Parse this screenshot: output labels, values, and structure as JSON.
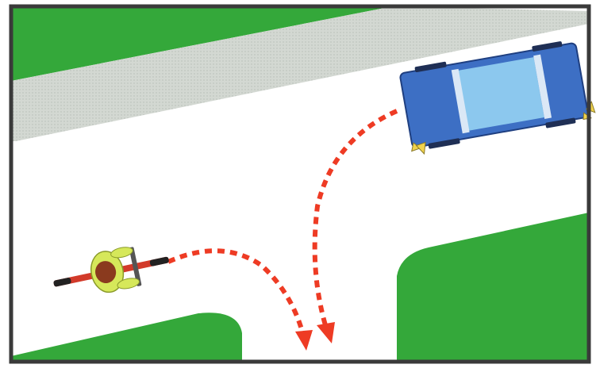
{
  "colors": {
    "grass": "#34a83a",
    "road": "#ffffff",
    "sidewalk": "#cfd4cf",
    "frame": "#3a3a3a",
    "path": "#ee3b24",
    "car_body": "#3d6fc4",
    "car_glass": "#8cc8ee",
    "cyclist_shirt": "#d6e85a",
    "cyclist_head": "#8a3a1e",
    "bicycle": "#d23a2a"
  },
  "objects": {
    "car": {
      "kind": "car",
      "icon": "blue-car-icon",
      "heading": "left"
    },
    "cyclist": {
      "kind": "cyclist",
      "icon": "cyclist-icon",
      "heading": "right"
    }
  },
  "paths": [
    {
      "from": "cyclist",
      "maneuver": "right-turn-into-side-street",
      "style": "dashed-arrow"
    },
    {
      "from": "car",
      "maneuver": "left-turn-into-side-street",
      "style": "dashed-arrow"
    }
  ]
}
